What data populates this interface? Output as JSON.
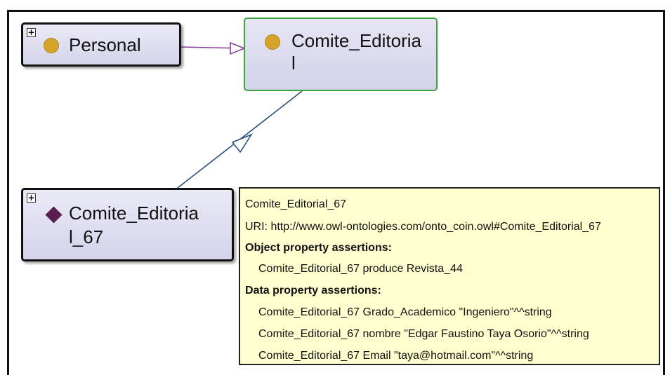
{
  "nodes": {
    "personal": {
      "label": "Personal"
    },
    "comite_class": {
      "label_line1": "Comite_Editoria",
      "label_line2": "l"
    },
    "comite_individual": {
      "label_line1": "Comite_Editoria",
      "label_line2": "l_67"
    }
  },
  "expand_glyph": "+",
  "tooltip": {
    "title": "Comite_Editorial_67",
    "uri": "URI:  http://www.owl-ontologies.com/onto_coin.owl#Comite_Editorial_67",
    "object_heading": "Object property assertions:",
    "object_assertions": [
      "Comite_Editorial_67 produce Revista_44"
    ],
    "data_heading": "Data property assertions:",
    "data_assertions": [
      "Comite_Editorial_67 Grado_Academico \"Ingeniero\"^^string",
      "Comite_Editorial_67 nombre \"Edgar Faustino Taya Osorio\"^^string",
      "Comite_Editorial_67 Email \"taya@hotmail.com\"^^string"
    ]
  },
  "colors": {
    "class_circle": "#d4a32a",
    "individual_diamond": "#5a1e4e",
    "subclass_edge": "#8a3d9e",
    "type_edge": "#2a4f7e",
    "selected_border": "#3aa63a",
    "tooltip_bg": "#ffffcf"
  },
  "icons": [
    "expand-icon",
    "class-icon",
    "individual-icon"
  ]
}
